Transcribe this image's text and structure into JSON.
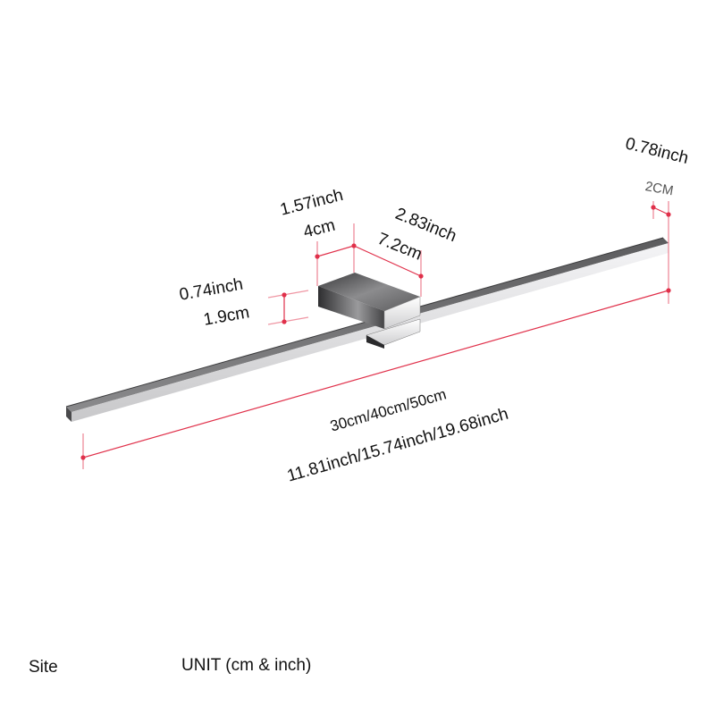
{
  "product": {
    "type": "LED wall lamp bar with bracket",
    "colors": {
      "body": "#6e6e70",
      "highlight": "#e8e8ea",
      "dimension_line": "#e0304a"
    }
  },
  "dimensions": {
    "end_width": {
      "inch": "0.78inch",
      "cm": "2CM"
    },
    "bracket_depth": {
      "inch": "1.57inch",
      "cm": "4cm"
    },
    "bracket_length": {
      "inch": "2.83inch",
      "cm": "7.2cm"
    },
    "bracket_height": {
      "inch": "0.74inch",
      "cm": "1.9cm"
    },
    "overall_length": {
      "cm": "30cm/40cm/50cm",
      "inch": "11.81inch/15.74inch/19.68inch"
    }
  },
  "footer": {
    "site_label": "Site",
    "unit_label": "UNIT (cm & inch)"
  }
}
